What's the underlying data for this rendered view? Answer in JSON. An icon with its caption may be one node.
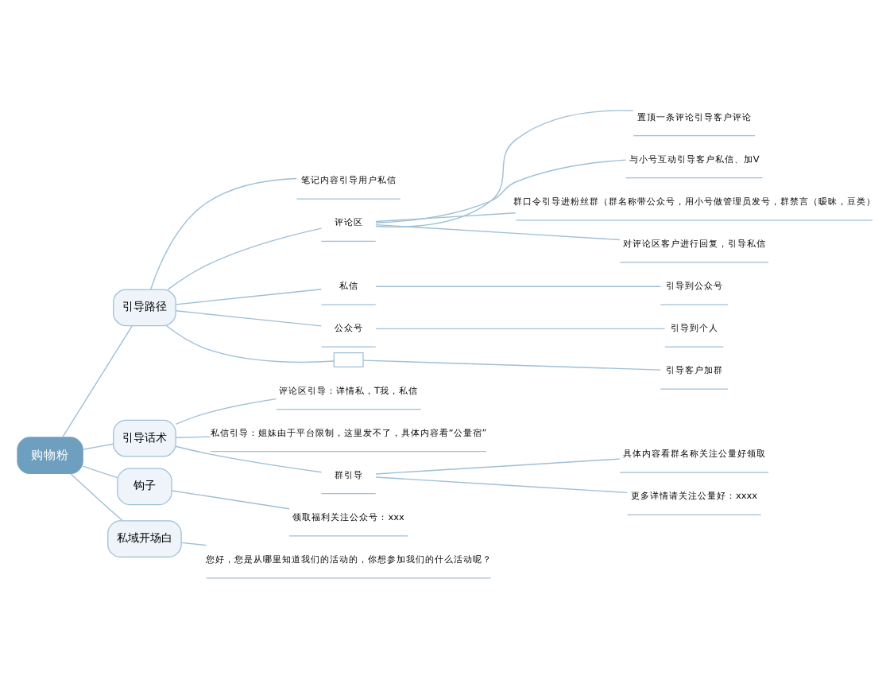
{
  "diagram": {
    "nodes": [
      {
        "text": [
          "购物粉"
        ]
      },
      {
        "text": [
          "引导路径"
        ]
      },
      {
        "text": [
          "笔记内容引导用户私信"
        ]
      },
      {
        "text": [
          "评论区"
        ]
      },
      {
        "text": [
          "置顶一条评论引导客户评论"
        ]
      },
      {
        "text": [
          "与小号互动引导客户私信、加V"
        ]
      },
      {
        "text": [
          "群口令引导进粉丝群（群名称带公众号，用小号做管理员发号，群禁言（暧昧，豆类）"
        ]
      },
      {
        "text": [
          "对评论区客户进行回复，引导私信"
        ]
      },
      {
        "text": [
          "私信"
        ]
      },
      {
        "text": [
          "引导到公众号"
        ]
      },
      {
        "text": [
          "公众号"
        ]
      },
      {
        "text": [
          "引导到个人"
        ]
      },
      {
        "text": [],
        "shape": "box"
      },
      {
        "text": [
          "引导客户加群"
        ]
      },
      {
        "text": [
          "引导话术"
        ]
      },
      {
        "text": [
          "评论区引导：详情私，T我，私信"
        ]
      },
      {
        "text": [
          "私信引导：姐妹由于平台限制，这里发不了，具体内容看“公量宿”"
        ]
      },
      {
        "text": [
          "群引导"
        ]
      },
      {
        "text": [
          "具体内容看群名称关注公量好领取"
        ]
      },
      {
        "text": [
          "更多详情请关注公量好：xxxx"
        ]
      },
      {
        "text": [
          "钩子"
        ]
      },
      {
        "text": [
          "领取福利关注公众号：xxx"
        ]
      },
      {
        "text": [
          "私域开场白"
        ]
      },
      {
        "text": [
          "您好，您是从哪里知道我们的活动的，你想参加我们的什么活动呢？"
        ]
      }
    ],
    "edges": [
      {
        "from": 0,
        "to": 1,
        "arrow": "none"
      },
      {
        "from": 1,
        "to": 2,
        "arrow": "none"
      },
      {
        "from": 1,
        "to": 3,
        "arrow": "none"
      },
      {
        "from": 3,
        "to": 4,
        "arrow": "none"
      },
      {
        "from": 3,
        "to": 5,
        "arrow": "none"
      },
      {
        "from": 3,
        "to": 6,
        "arrow": "none"
      },
      {
        "from": 3,
        "to": 7,
        "arrow": "none"
      },
      {
        "from": 1,
        "to": 8,
        "arrow": "none"
      },
      {
        "from": 8,
        "to": 9,
        "arrow": "none"
      },
      {
        "from": 1,
        "to": 10,
        "arrow": "none"
      },
      {
        "from": 10,
        "to": 11,
        "arrow": "none"
      },
      {
        "from": 1,
        "to": 12,
        "arrow": "none"
      },
      {
        "from": 12,
        "to": 13,
        "arrow": "none"
      },
      {
        "from": 0,
        "to": 14,
        "arrow": "none"
      },
      {
        "from": 14,
        "to": 15,
        "arrow": "none"
      },
      {
        "from": 14,
        "to": 16,
        "arrow": "none"
      },
      {
        "from": 14,
        "to": 17,
        "arrow": "none"
      },
      {
        "from": 17,
        "to": 18,
        "arrow": "none"
      },
      {
        "from": 17,
        "to": 19,
        "arrow": "none"
      },
      {
        "from": 0,
        "to": 20,
        "arrow": "none"
      },
      {
        "from": 20,
        "to": 21,
        "arrow": "none"
      },
      {
        "from": 0,
        "to": 22,
        "arrow": "none"
      },
      {
        "from": 22,
        "to": 23,
        "arrow": "none"
      }
    ]
  }
}
